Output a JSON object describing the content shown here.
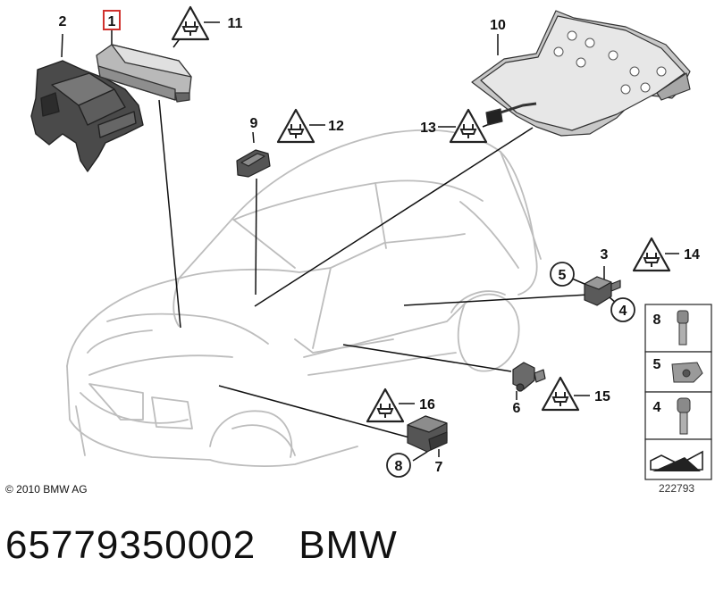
{
  "diagram": {
    "callouts": {
      "c1": "1",
      "c2": "2",
      "c3": "3",
      "c4": "4",
      "c5": "5",
      "c6": "6",
      "c7": "7",
      "c8": "8",
      "c9": "9",
      "c10": "10",
      "c11": "11",
      "c12": "12",
      "c13": "13",
      "c14": "14",
      "c15": "15",
      "c16": "16"
    },
    "legend": {
      "row_8": "8",
      "row_5": "5",
      "row_4": "4"
    },
    "copyright": "© 2010 BMW AG",
    "reference_number": "222793",
    "highlight_color": "#d0312d"
  },
  "footer": {
    "part_number": "65779350002",
    "brand": "BMW"
  }
}
